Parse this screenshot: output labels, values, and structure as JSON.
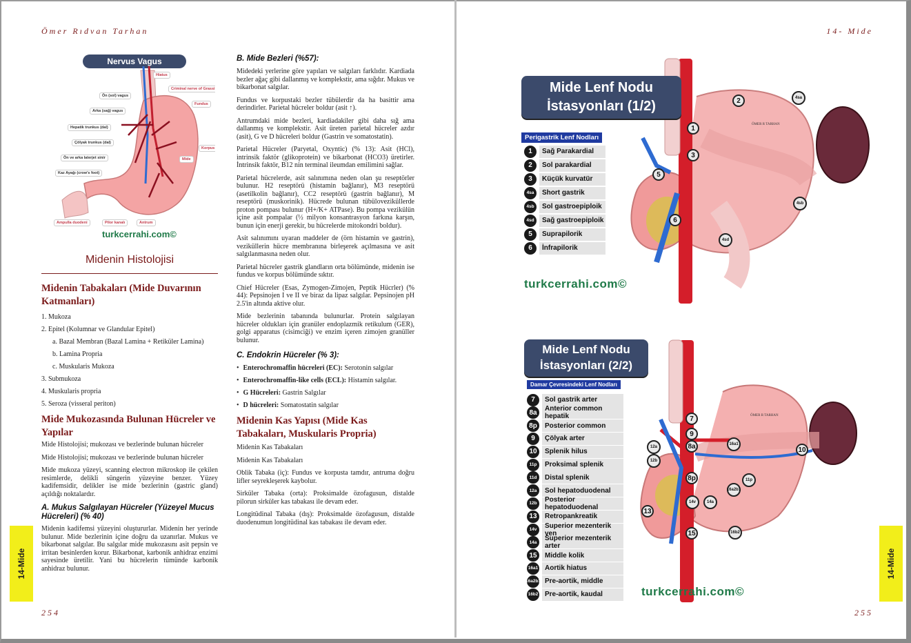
{
  "left_page": {
    "running_head": "Ömer Rıdvan Tarhan",
    "page_number": "254",
    "side_tab": "14-Mide",
    "figure": {
      "title": "Nervus Vagus",
      "labels": [
        "Hiatus",
        "Criminal nerve of Grassi",
        "Ön (sol) vagus",
        "Arka (sağ) vagus",
        "Fundus",
        "Hepatik trunkus (dal)",
        "Çölyak trunkus (dal)",
        "Ön ve arka laterjet sinir",
        "Korpus",
        "Mide",
        "Kaz Ayağı (crow's foot)",
        "Ampulla duodeni",
        "Pilor kanalı",
        "Antrum"
      ],
      "watermark": "turkcerrahi.com©"
    },
    "col1": {
      "section_title": "Midenin Histolojisi",
      "layers_heading": "Midenin Tabakaları (Mide Duvarının Katmanları)",
      "layers": [
        "1. Mukoza",
        "2. Epitel (Kolumnar ve Glandular Epitel)",
        "a. Bazal Membran (Bazal Lamina + Retiküler Lamina)",
        "b. Lamina Propria",
        "c. Muskularis Mukoza",
        "3. Submukoza",
        "4. Muskularis propria",
        "5. Seroza (visseral periton)"
      ],
      "cells_heading": "Mide Mukozasında Bulunan Hücreler ve Yapılar",
      "cells_p1": "Mide Histolojisi; mukozası ve bezlerinde bulunan hücreler",
      "cells_p2": "Mide Histolojisi; mukozası ve bezlerinde bulunan hücreler",
      "cells_p3": "Mide mukoza yüzeyi, scanning electron mikroskop ile çekilen resimlerde, delikli süngerin yüzeyine benzer. Yüzey kadifemsidir, delikler ise mide bezlerinin (gastric gland) açıldığı noktalardır.",
      "mucus_heading": "A. Mukus Salgılayan Hücreler (Yüzeyel Mucus Hücreleri) (% 40)",
      "mucus_p": "Midenin kadifemsi yüzeyini oluştururlar. Midenin her yerinde bulunur. Mide bezlerinin içine doğru da uzanırlar. Mukus ve bikarbonat salgılar. Bu salgılar mide mukozasını asit pepsin ve irritan besinlerden korur. Bikarbonat, karbonik anhidraz enzimi sayesinde üretilir. Yani bu hücrelerin tümünde karbonik anhidraz bulunur."
    },
    "col2": {
      "glands_heading": "B. Mide Bezleri (%57):",
      "glands_paragraphs": [
        "Midedeki yerlerine göre yapıları ve salgıları farklıdır. Kardiada bezler ağaç gibi dallanmış ve komplekstir, ama sığdır. Mukus ve bikarbonat salgılar.",
        "Fundus ve korpustaki bezler tübülerdir da ha basittir ama derindirler. Parietal hücreler boldur (asit ↑).",
        "Antrumdaki mide bezleri, kardiadakiler gibi daha sığ ama dallanmış ve komplekstir. Asit üreten parietal hücreler azdır (asit), G ve D hücreleri boldur (Gastrin ve somatostatin).",
        "Parietal Hücreler (Paryetal, Oxyntic) (% 13): Asit (HCl), intrinsik faktör (glikoprotein) ve bikarbonat (HCO3) üretirler. İntrinsik faktör, B12 nin terminal ileumdan emilimini sağlar.",
        "Parietal hücrelerde, asit salınımına neden olan şu reseptörler bulunur. H2 reseptörü (histamin bağlanır), M3 reseptörü (asetilkolin bağlanır), CC2 reseptörü (gastrin bağlanır), M reseptörü (muskorinik). Hücrede bulunan tübüloveziküllerde proton pompası bulunur (H+/K+ ATPase). Bu pompa vezikülün içine asit pompalar (½ milyon konsantrasyon farkına karşın, bunun için enerji gerekir, bu hücrelerde mitokondri boldur).",
        "Asit salınımını uyaran maddeler de (örn histamin ve gastrin), veziküllerin hücre membranına birleşerek açılmasına ve asit salgılanmasına neden olur.",
        "Parietal hücreler gastrik glandların orta bölümünde, midenin ise fundus ve korpus bölümünde sıktır.",
        "Chief Hücreler (Esas, Zymogen-Zimojen, Peptik Hücrler) (% 44): Pepsinojen I ve II ve biraz da lipaz salgılar. Pepsinojen pH 2.5'in altında aktive olur.",
        "Mide bezlerinin tabanında bulunurlar. Protein salgılayan hücreler oldukları için granüler endoplazmik retikulum (GER), golgi apparatus (cisimciği) ve enzim içeren zimojen granüller bulunur."
      ],
      "endocrine_heading": "C. Endokrin Hücreler (% 3):",
      "endocrine": [
        {
          "b": "Enterochromaffin hücreleri (EC):",
          "t": " Serotonin salgılar"
        },
        {
          "b": "Enterochromaffin-like cells (ECL):",
          "t": " Histamin salgılar."
        },
        {
          "b": "G Hücreleri:",
          "t": " Gastrin Salgılar"
        },
        {
          "b": "D hücreleri:",
          "t": " Somatostatin salgılar"
        }
      ],
      "muscle_heading": "Midenin Kas Yapısı (Mide Kas Tabakaları, Muskularis Propria)",
      "muscle_paragraphs": [
        "Midenin Kas Tabakaları",
        "Midenin Kas Tabakaları",
        "Oblik Tabaka (iç): Fundus ve korpusta tamdır, antruma doğru lifler seyrekleşerek kaybolur.",
        "Sirküler Tabaka (orta): Proksimalde özofagusun, distalde pilorun sirküler kas tabakası ile devam eder.",
        "Longitüdinal Tabaka (dış): Proksimalde özofagusun, distalde duodenumun longitüdinal kas tabakası ile devam eder."
      ]
    }
  },
  "right_page": {
    "running_head": "14- Mide",
    "page_number": "255",
    "side_tab": "14-Mide",
    "figure1": {
      "title_line1": "Mide Lenf Nodu",
      "title_line2": "İstasyonları (1/2)",
      "legend_heading": "Perigastrik Lenf Nodları",
      "items": [
        {
          "n": "1",
          "label": "Sağ Parakardial"
        },
        {
          "n": "2",
          "label": "Sol parakardial"
        },
        {
          "n": "3",
          "label": "Küçük kurvatür"
        },
        {
          "n": "4sa",
          "label": "Short gastrik"
        },
        {
          "n": "4sb",
          "label": "Sol gastroepiploik"
        },
        {
          "n": "4sd",
          "label": "Sağ gastroepiploik"
        },
        {
          "n": "5",
          "label": "Suprapilorik"
        },
        {
          "n": "6",
          "label": "İnfrapilorik"
        }
      ],
      "markers": [
        "1",
        "2",
        "3",
        "4sa",
        "4sb",
        "4sd",
        "5",
        "6"
      ],
      "watermark": "turkcerrahi.com©",
      "logo_text": "ÖMER R TARHAN"
    },
    "figure2": {
      "title_line1": "Mide Lenf Nodu",
      "title_line2": "İstasyonları (2/2)",
      "legend_heading": "Damar Çevresindeki Lenf Nodları",
      "items": [
        {
          "n": "7",
          "label": "Sol gastrik arter"
        },
        {
          "n": "8a",
          "label": "Anterior common hepatik"
        },
        {
          "n": "8p",
          "label": "Posterior common"
        },
        {
          "n": "9",
          "label": "Çölyak arter"
        },
        {
          "n": "10",
          "label": "Splenik hilus"
        },
        {
          "n": "11p",
          "label": "Proksimal splenik"
        },
        {
          "n": "11d",
          "label": "Distal splenik"
        },
        {
          "n": "12a",
          "label": "Sol hepatoduodenal"
        },
        {
          "n": "12b",
          "label": "Posterior hepatoduodenal"
        },
        {
          "n": "13",
          "label": "Retropankreatik"
        },
        {
          "n": "14v",
          "label": "Superior mezenterik ven"
        },
        {
          "n": "14a",
          "label": "Superior mezenterik arter"
        },
        {
          "n": "15",
          "label": "Middle kolik"
        },
        {
          "n": "16a1",
          "label": "Aortik hiatus"
        },
        {
          "n": "16a2b1",
          "label": "Pre-aortik, middle"
        },
        {
          "n": "16b2",
          "label": "Pre-aortik, kaudal"
        }
      ],
      "markers": [
        "7",
        "9",
        "8a",
        "10",
        "12a",
        "12b",
        "16a1",
        "8p",
        "11p",
        "16a2b1",
        "14v",
        "14a",
        "13",
        "15",
        "16b2"
      ],
      "watermark": "turkcerrahi.com©",
      "logo_text": "ÖMER R TARHAN"
    }
  }
}
